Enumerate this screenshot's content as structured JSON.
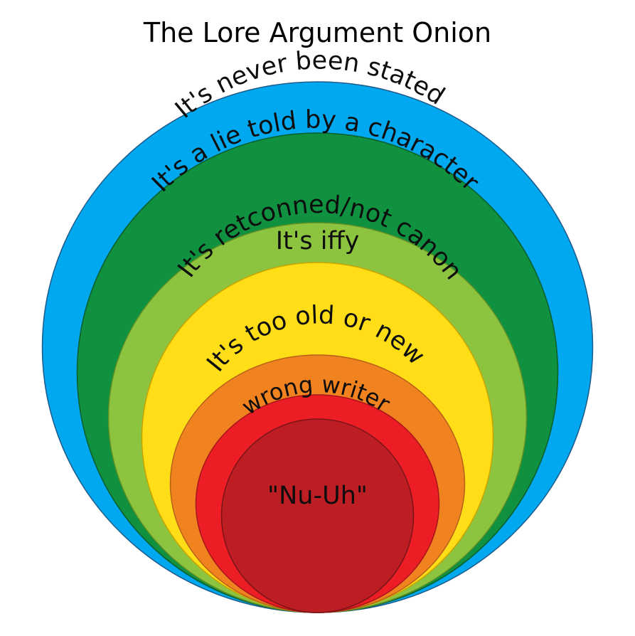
{
  "title": "The Lore Argument Onion",
  "layers": [
    {
      "label": "It's never been stated",
      "color": "#00a9ef"
    },
    {
      "label": "It's a lie told by a character",
      "color": "#0f9140"
    },
    {
      "label": "It's iffy",
      "color": "#8dc43f"
    },
    {
      "label": "It's retconned/not canon",
      "color": "#ffdd17"
    },
    {
      "label": "It's too old or new",
      "color": "#f0821f"
    },
    {
      "label": "wrong writer",
      "color": "#ec1d24"
    },
    {
      "label": "\"Nu-Uh\"",
      "color": "#bd1e24"
    }
  ]
}
